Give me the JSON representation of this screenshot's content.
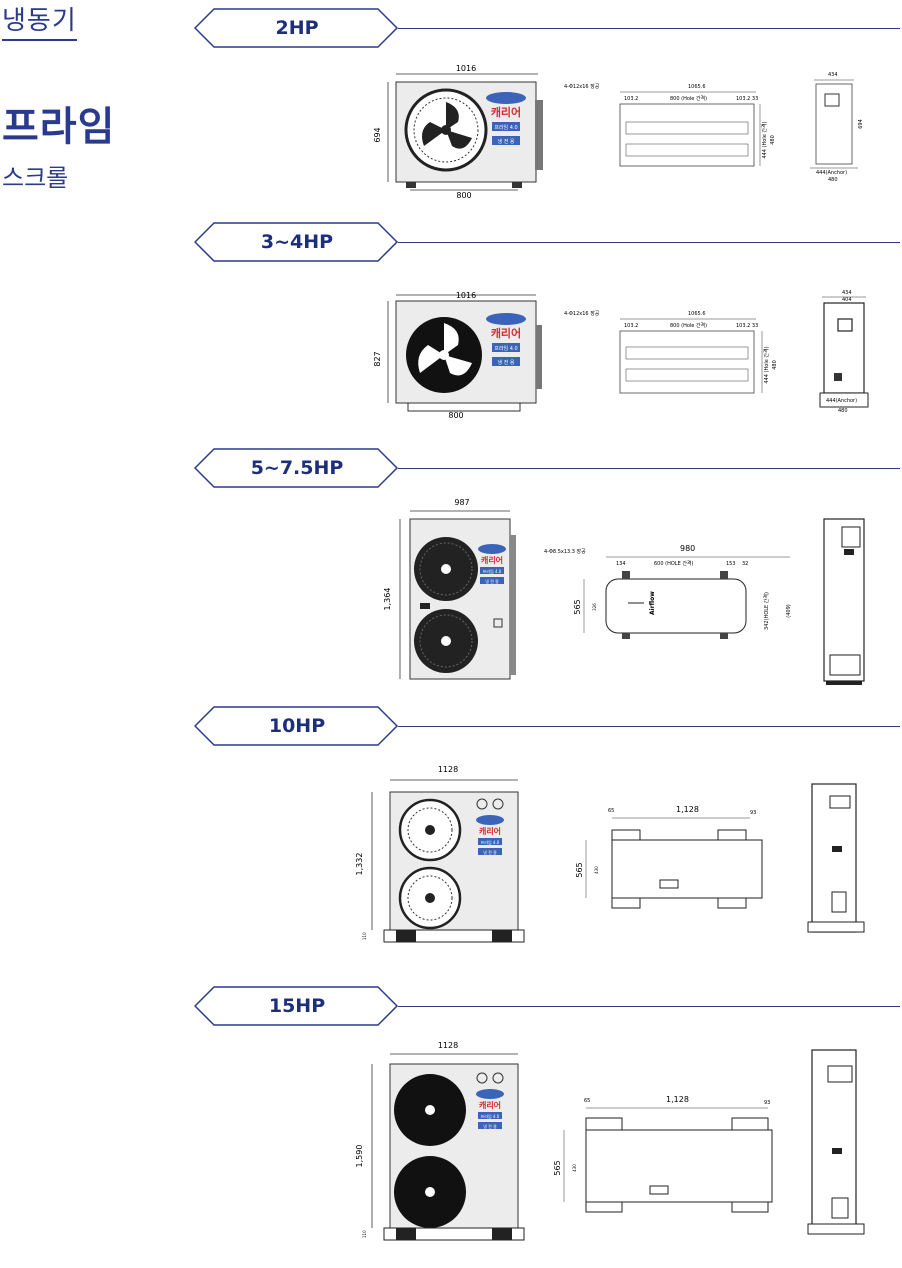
{
  "sidebar": {
    "category": "냉동기",
    "model": "프라임",
    "subtitle": "스크롤"
  },
  "logo_text": "캐리어",
  "colors": {
    "accent": "#1d2f7a",
    "logo": "#d7282f",
    "panel": "#3b64b8"
  },
  "sections": [
    {
      "label": "2HP",
      "front": {
        "width": "1016",
        "height": "694",
        "base": "800",
        "panel_a": "프라임 4.0",
        "panel_b": "냉 전 용"
      },
      "top": {
        "label_hole": "4-Φ12x16 장공",
        "dim_total": "1065.6",
        "dim_hole": "800 (Hole 간격)",
        "dim_l": "103.2",
        "dim_r": "103.2 33",
        "dim_v": "444 (Hole 간격)",
        "dim_v2": "480"
      },
      "side": {
        "top": "434",
        "bottom": "444(Anchor)",
        "bottom2": "480",
        "height": "694"
      }
    },
    {
      "label": "3~4HP",
      "front": {
        "width": "1016",
        "height": "827",
        "base": "800",
        "panel_a": "프라임 4.0",
        "panel_b": "냉 전 용"
      },
      "top": {
        "label_hole": "4-Φ12x16 장공",
        "dim_total": "1065.6",
        "dim_hole": "800 (Hole 간격)",
        "dim_l": "103.2",
        "dim_r": "103.2 33",
        "dim_v": "444 (Hole 간격)",
        "dim_v2": "480"
      },
      "side": {
        "top": "434",
        "top2": "404",
        "bottom": "444(Anchor)",
        "bottom2": "480"
      }
    },
    {
      "label": "5~7.5HP",
      "front": {
        "width": "987",
        "height": "1,364",
        "panel_a": "프라임 4.0",
        "panel_b": "냉 전 용"
      },
      "top": {
        "label_hole": "4-Φ8.5x13.3 장공",
        "dim_total": "980",
        "dim_hole": "600 (HOLE 간격)",
        "dim_l": "134",
        "dim_r": "153",
        "dim_r2": "32",
        "dim_v": "565",
        "dim_v_in": "326",
        "dim_v2": "342(HOLE 간격)",
        "dim_v3": "(409)",
        "airflow": "Airflow"
      }
    },
    {
      "label": "10HP",
      "front": {
        "width": "1128",
        "height": "1,332",
        "base": "110",
        "panel_a": "프라임 4.0",
        "panel_b": "냉 전 용"
      },
      "top": {
        "dim_total": "1,128",
        "dim_l": "65",
        "dim_r": "93",
        "dim_v": "565",
        "dim_v_in": "430"
      }
    },
    {
      "label": "15HP",
      "front": {
        "width": "1128",
        "height": "1,590",
        "base": "110",
        "panel_a": "프라임 4.0",
        "panel_b": "냉 전 용"
      },
      "top": {
        "dim_total": "1,128",
        "dim_l": "65",
        "dim_r": "93",
        "dim_v": "565",
        "dim_v_in": "430"
      }
    }
  ]
}
